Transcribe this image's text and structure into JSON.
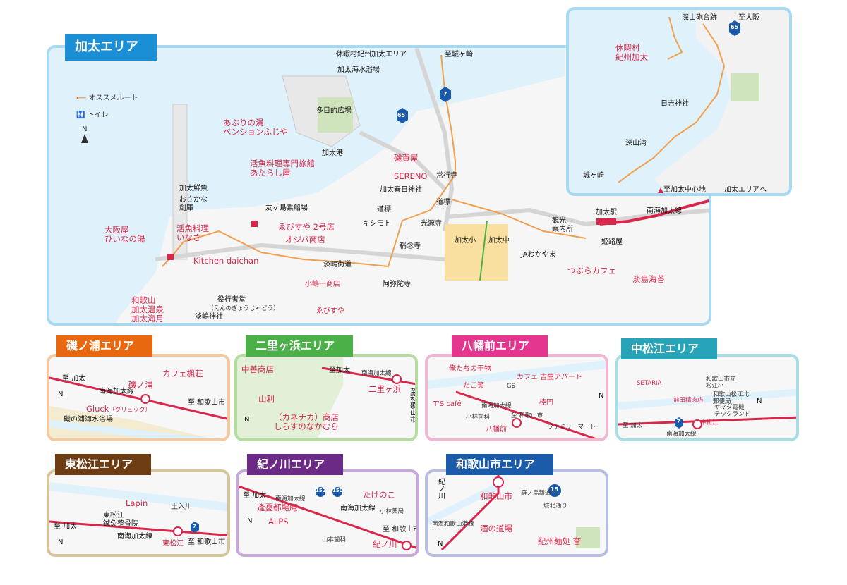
{
  "colors": {
    "main": "#a8d9f0",
    "orange": "#e8680f",
    "green": "#4cb048",
    "pink": "#e4358f",
    "teal": "#27a4b8",
    "brown": "#6e3c12",
    "purple": "#6a2a86",
    "blue": "#1a5aa8",
    "red": "#d9264a",
    "route": "#f0a050",
    "rail": "#d9264a"
  },
  "main": {
    "title": "加太エリア",
    "legend": {
      "route": "オススメルート",
      "toilet": "トイレ",
      "north": "N"
    },
    "places": {
      "kyukamura_area": "休暇村紀州加太エリア",
      "to_jogasaki": "至城ヶ崎",
      "kada_beach": "加太海水浴場",
      "tamokuteki": "多目的広場",
      "kada_port": "加太港",
      "isogaya": "磯賀屋",
      "sereno": "SERENO",
      "jogyoji": "常行寺",
      "kasuga": "加太春日神社",
      "michishirube_a": "道標",
      "michishirube_b": "道標",
      "kishimoto": "キシモト",
      "kogenji": "光源寺",
      "shonenji": "稱念寺",
      "kada_sho": "加太小",
      "kada_chu": "加太中",
      "kanko": "観光\n案内所",
      "kada_station": "加太駅",
      "nankai_kada": "南海加太線",
      "himejiya": "姫路屋",
      "ja": "JAわかやま",
      "tsubura": "つぶらカフェ",
      "awashima_nori": "淡島海苔",
      "amidaji": "阿弥陀寺",
      "awashima_kaido": "淡嶋街道",
      "kojima": "小嶋一商店",
      "ebisuya": "ゑびすや",
      "ebisuya2": "ゑびすや 2号店",
      "ojiba": "オジバ商店",
      "tomogashima": "友ヶ島乗船場",
      "atarashiya": "活魚料理専門旅館\nあたらし屋",
      "aburi": "あぶりの湯\nペンションふじや",
      "kada_sengyo": "加太鮮魚",
      "osakana": "おさかな\n創庫",
      "inasa": "活魚料理\nいなさ",
      "osakaya": "大阪屋\nひいなの湯",
      "kitchen": "Kitchen daichan",
      "onsen": "和歌山\n加太温泉\n加太海月",
      "awashima_jinja": "淡嶋神社",
      "gyoja": "役行者堂",
      "gyoja_ruby": "（えんのぎょうじゃどう）"
    },
    "route_labels": [
      "65",
      "7"
    ]
  },
  "inset": {
    "hodai": "深山砲台跡",
    "to_osaka": "至大阪",
    "kyukamura": "休暇村\n紀州加太",
    "hiyoshi": "日吉神社",
    "miyama_bay": "深山湾",
    "jogasaki": "城ヶ崎",
    "to_center": "至加太中心地",
    "to_area": "加太エリアへ",
    "road": "65"
  },
  "areas": [
    {
      "id": "isonoura",
      "title": "磯ノ浦エリア",
      "labels": {
        "cafe": "カフェ楓荘",
        "station": "磯ノ浦",
        "line": "南海加太線",
        "to_kada": "至 加太",
        "to_city": "至 和歌山市",
        "gluck": "Gluck",
        "gluck_ruby": "（グリュック）",
        "beach": "磯の浦海水浴場",
        "north": "N"
      }
    },
    {
      "id": "nirigahama",
      "title": "二里ヶ浜エリア",
      "labels": {
        "nakazen": "中善商店",
        "yamari": "山利",
        "to_kada": "至加太",
        "line": "南海加太線",
        "station": "二里ヶ浜",
        "to_city": "至和歌山市",
        "kanenaka": "（カネナカ）商店\nしらすのなかむら",
        "north": "N"
      }
    },
    {
      "id": "hachimanmae",
      "title": "八幡前エリア",
      "labels": {
        "oretachi": "俺たちの干物",
        "cafe": "カフェ 吉屋アパート",
        "takosho": "たこ笑",
        "gs": "GS",
        "ts": "T'S café",
        "kobayashi": "小林歯科",
        "line": "南海加太線",
        "to_city": "至 和歌山市",
        "keien": "桂円",
        "station": "八幡前",
        "fm": "ファミリーマート",
        "north": "N"
      }
    },
    {
      "id": "nakamatsue",
      "title": "中松江エリア",
      "labels": {
        "setaria": "SETARIA",
        "school": "和歌山市立\n松江小",
        "maeda": "前田精肉店",
        "kita": "和歌山松江北\n郵便局",
        "yamada": "ヤマダ電機\nテックランド",
        "to_kada": "至 加太",
        "line": "南海加太線",
        "station": "中松江",
        "road": "7",
        "north": "N"
      }
    },
    {
      "id": "higashimatsue",
      "title": "東松江エリア",
      "labels": {
        "lapin": "Lapin",
        "tonyu": "土入川",
        "seikotsu": "東松江\n鍼灸整骨院",
        "to_kada": "至 加太",
        "line": "南海加太線",
        "station": "東松江",
        "to_city": "至 和歌山市",
        "road": "7",
        "north": "N"
      }
    },
    {
      "id": "kinokawa",
      "title": "紀ノ川エリア",
      "labels": {
        "to_kada": "至 加太",
        "line": "南海加太線",
        "takenoko": "たけのこ",
        "ohbaan": "逢憂都場庵",
        "kobayashi": "小林薬局",
        "alps": "ALPS",
        "yamamoto": "山本歯科",
        "to_city": "至 和歌山市",
        "station": "紀ノ川",
        "r152": "152",
        "r150": "150",
        "north": "N"
      }
    },
    {
      "id": "wakayamashi",
      "title": "和歌山市エリア",
      "labels": {
        "kinokawa": "紀ノ川",
        "station": "和歌山市",
        "line": "南海和歌山港線",
        "tenma": "羅ノ島新道",
        "road": "15",
        "joshi": "城北通り",
        "sake": "酒の道場",
        "menjo": "紀州麺処 誉",
        "north": "N"
      }
    }
  ]
}
